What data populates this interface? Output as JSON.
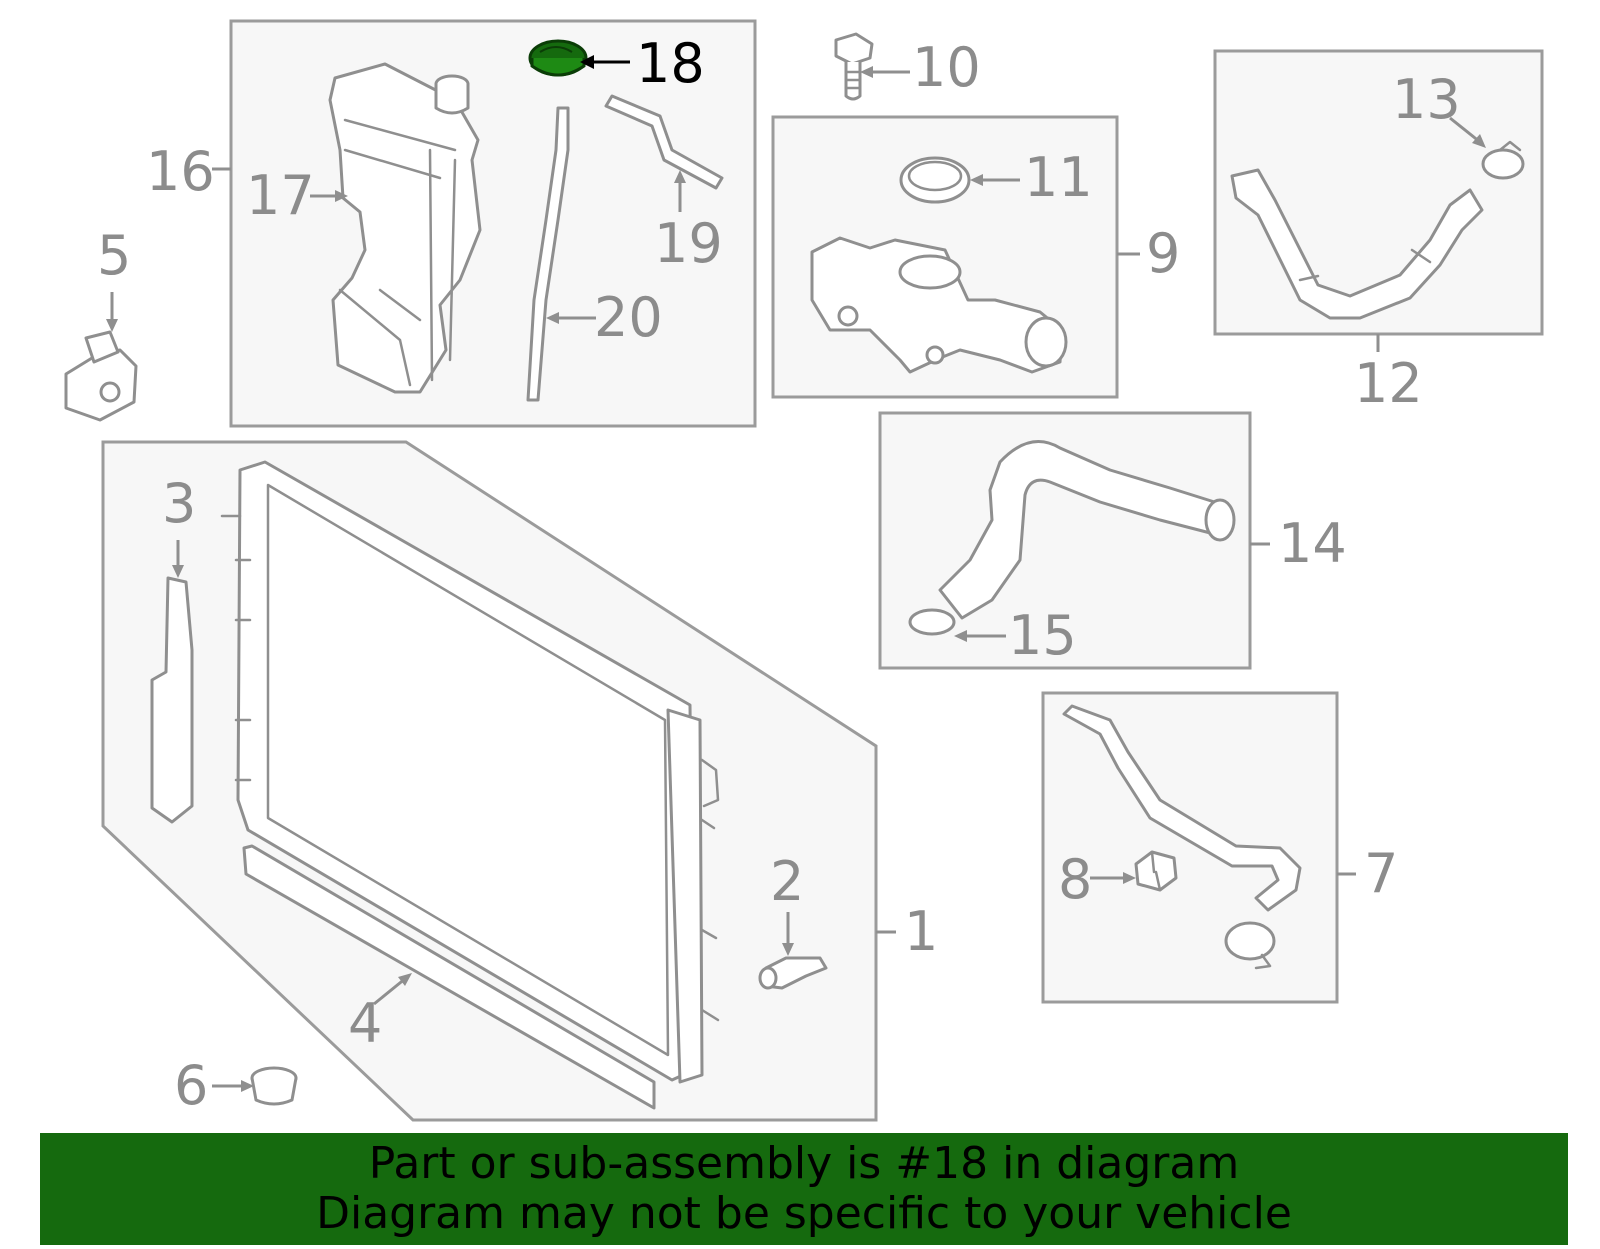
{
  "diagram": {
    "highlight_color": "#156a0e",
    "highlighted_part": "18",
    "callouts": [
      "1",
      "2",
      "3",
      "4",
      "5",
      "6",
      "7",
      "8",
      "9",
      "10",
      "11",
      "12",
      "13",
      "14",
      "15",
      "16",
      "17",
      "18",
      "19",
      "20"
    ]
  },
  "banner": {
    "line1": "Part or sub-assembly is #18 in diagram",
    "line2": "Diagram may not be specific to your vehicle",
    "background": "#156a0e"
  }
}
